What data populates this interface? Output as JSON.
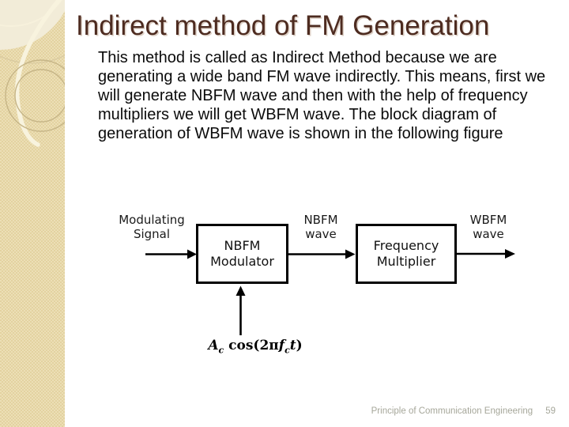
{
  "slide": {
    "title": "Indirect method of FM Generation",
    "body_lines": [
      "This method is called as Indirect Method because we are",
      "generating a wide band FM wave indirectly. This means, first we",
      "will generate NBFM wave and then with the help of frequency",
      "multipliers we will get WBFM wave. The block diagram of",
      "generation of WBFM wave is shown in the following figure"
    ]
  },
  "diagram": {
    "input_label": [
      "Modulating",
      "Signal"
    ],
    "nbfm_box": [
      "NBFM",
      "Modulator"
    ],
    "nbfm_wave": [
      "NBFM",
      "wave"
    ],
    "freq_box": [
      "Frequency",
      "Multiplier"
    ],
    "wbfm_wave": [
      "WBFM",
      "wave"
    ],
    "formula": {
      "amp": "A",
      "amp_sub": "c",
      "cos": " cos(2π",
      "f": "f",
      "f_sub": "c",
      "t": "t",
      "close": ")"
    }
  },
  "footer": {
    "text": "Principle of Communication Engineering",
    "page": "59"
  },
  "colors": {
    "title_text": "#4d2b20",
    "stripe_base": "#e5d5a4",
    "stripe_light_panel": "#f2ecd8",
    "stripe_ring": "#c6b587",
    "stripe_cream_arc": "#f8f3de",
    "diagram_line": "#000000",
    "footer_text": "#a6a79a",
    "background": "#ffffff"
  }
}
